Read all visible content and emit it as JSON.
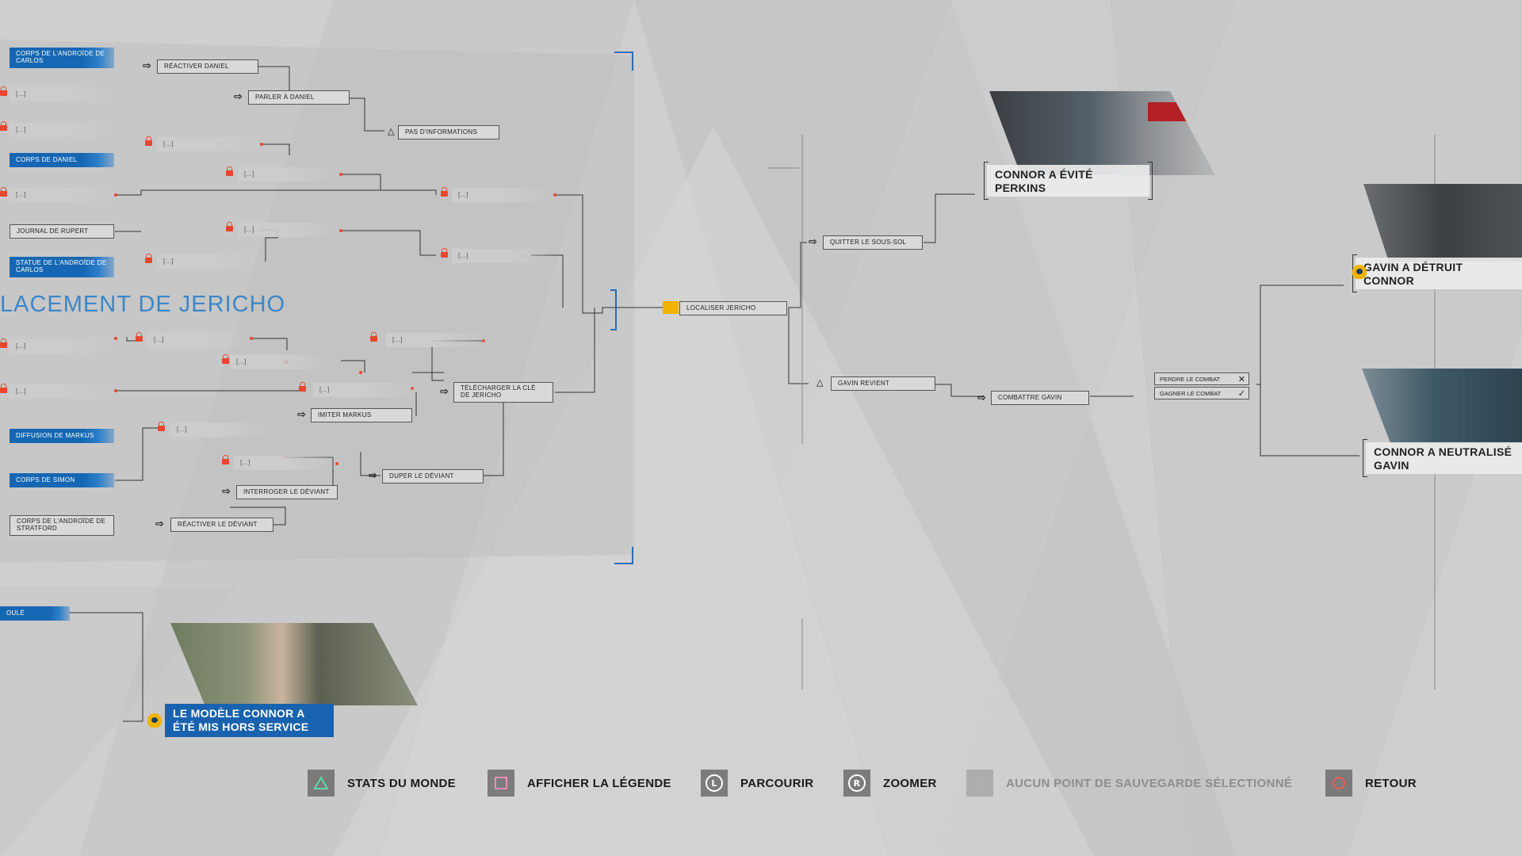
{
  "section_title": "LACEMENT DE JERICHO",
  "left_nodes": {
    "corps_carlos": "CORPS DE L'ANDROÏDE DE CARLOS",
    "locked_1": "[...]",
    "locked_2": "[...]",
    "corps_daniel": "CORPS DE DANIEL",
    "locked_3": "[...]",
    "journal_rupert": "JOURNAL DE RUPERT",
    "statue_carlos": "STATUE DE L'ANDROÏDE DE CARLOS",
    "reactiver_daniel": "RÉACTIVER DANIEL",
    "parler_daniel": "PARLER À DANIEL",
    "pas_infos": "PAS D'INFORMATIONS",
    "locked_4": "[...]",
    "locked_5": "[...]",
    "locked_6": "[...]",
    "locked_7": "[...]",
    "locked_8": "[...]",
    "locked_9": "[...]",
    "locked_10": "[...]",
    "locked_11": "[...]",
    "locked_12": "[...]",
    "locked_13": "[...]",
    "locked_14": "[...]",
    "locked_15": "[...]",
    "locked_16": "[...]",
    "locked_17": "[...]",
    "locked_18": "[...]",
    "diffusion_markus": "DIFFUSION DE MARKUS",
    "corps_simon": "CORPS DE SIMON",
    "corps_stratford": "CORPS DE L'ANDROÏDE DE STRATFORD",
    "imiter_markus": "IMITER MARKUS",
    "telecharger_cle": "TÉLÉCHARGER LA CLÉ DE JERICHO",
    "interroger_deviant": "INTERROGER LE DÉVIANT",
    "duper_deviant": "DUPER LE DÉVIANT",
    "reactiver_deviant": "RÉACTIVER LE DÉVIANT",
    "roule": "OULÉ"
  },
  "center_nodes": {
    "localiser_jericho": "LOCALISER JERICHO",
    "quitter_sous_sol": "QUITTER LE SOUS-SOL",
    "gavin_revient": "GAVIN REVIENT",
    "combattre_gavin": "COMBATTRE GAVIN",
    "perdre_combat": "PERDRE LE COMBAT",
    "gagner_combat": "GAGNER LE COMBAT"
  },
  "outcomes": {
    "perkins": "CONNOR A ÉVITÉ PERKINS",
    "gavin_detruit": "GAVIN A DÉTRUIT CONNOR",
    "gavin_neutralise": "CONNOR A NEUTRALISÉ GAVIN",
    "hors_service": "LE MODÈLE CONNOR A ÉTÉ MIS HORS SERVICE"
  },
  "legend": {
    "stats": "STATS DU MONDE",
    "legende": "AFFICHER LA LÉGENDE",
    "parcourir": "PARCOURIR",
    "zoomer": "ZOOMER",
    "sauvegarde": "AUCUN POINT DE SAUVEGARDE SÉLECTIONNÉ",
    "retour": "RETOUR"
  },
  "icons": {
    "triangle": "triangle-button-icon",
    "square": "square-button-icon",
    "l_stick": "left-stick-icon",
    "r_stick": "right-stick-icon",
    "cross": "cross-button-icon",
    "circle": "circle-button-icon"
  },
  "colors": {
    "accent_blue": "#1667b3",
    "lock_red": "#e8462e",
    "skull_yellow": "#f0b400"
  }
}
